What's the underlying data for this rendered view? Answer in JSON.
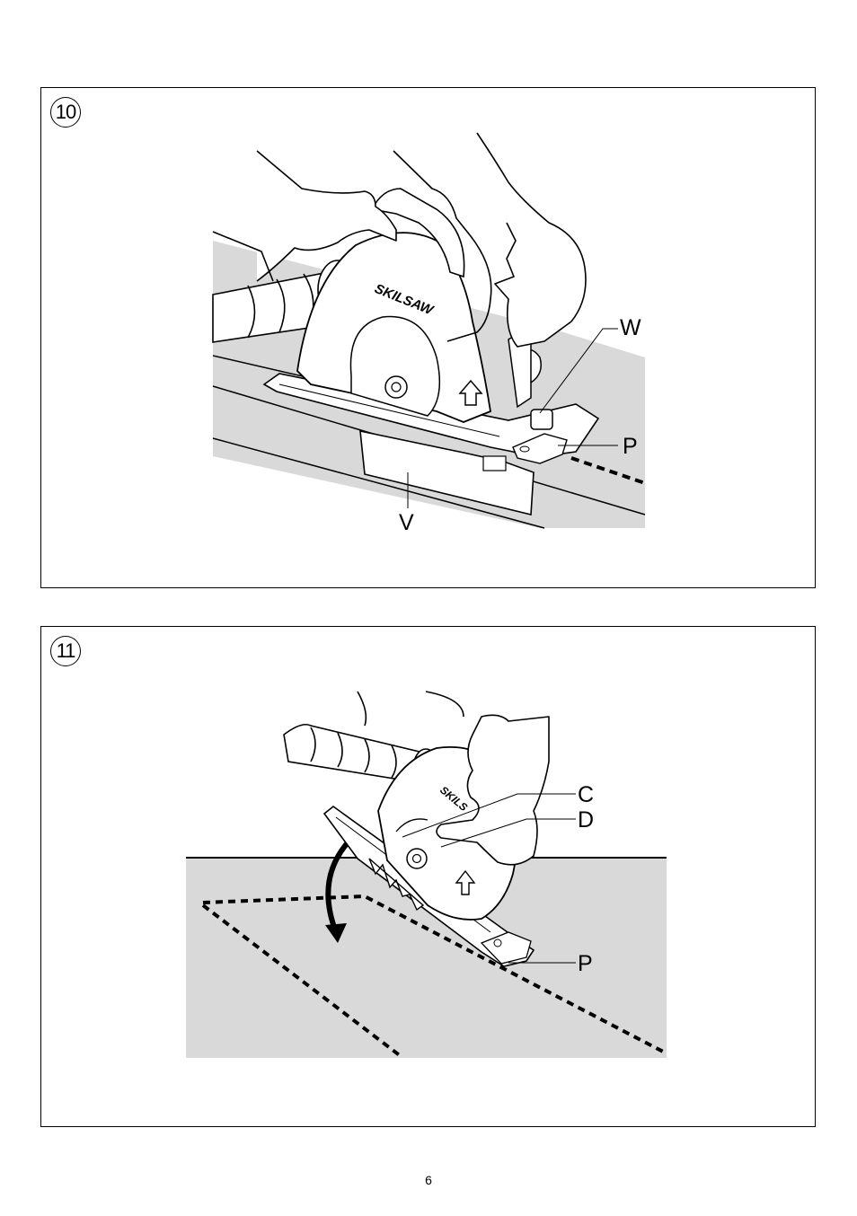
{
  "figures": [
    {
      "number": "10",
      "labels": {
        "w": "W",
        "p": "P",
        "v": "V"
      },
      "brand_text": "SKILSAW"
    },
    {
      "number": "11",
      "labels": {
        "c": "C",
        "d": "D",
        "p": "P"
      },
      "brand_text": "SKILS"
    }
  ],
  "colors": {
    "surface": "#d9d9d9",
    "line": "#000000",
    "background": "#ffffff"
  },
  "page_number": "6"
}
